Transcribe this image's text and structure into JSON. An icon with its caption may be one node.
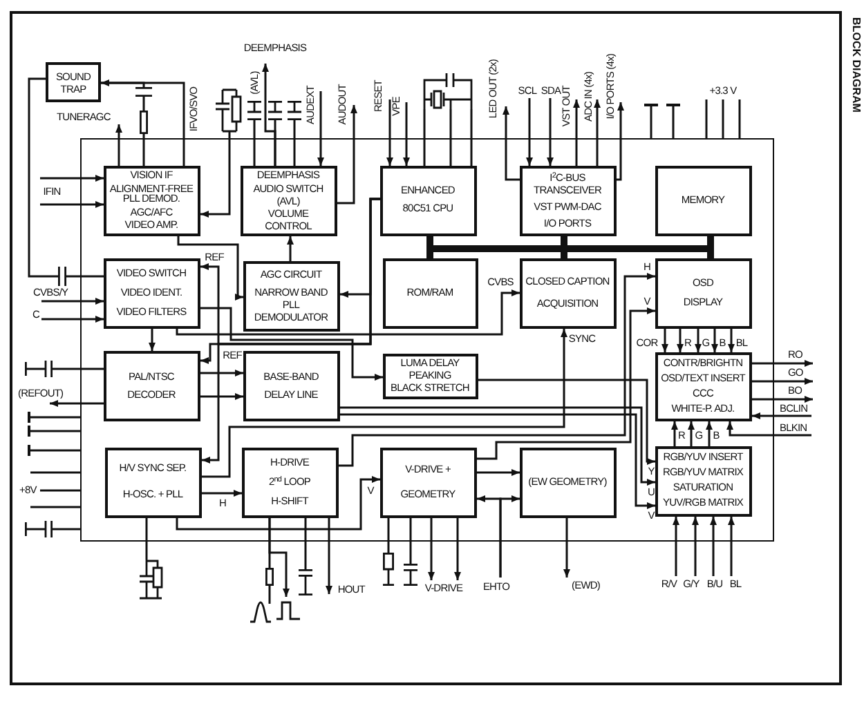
{
  "diagram": {
    "title": "BLOCK DIAGRAM",
    "nodes": [
      {
        "text": [
          "SOUND TRAP"
        ]
      },
      {
        "text": [],
        "shape": "box"
      },
      {
        "text": [
          "VISION IF",
          "ALIGNMENT-FREE PLL DEMOD.",
          "AGC/AFC",
          "VIDEO AMP."
        ],
        "in": 1
      },
      {
        "text": [
          "DEEMPHASIS",
          "AUDIO SWITCH (AVL)",
          "VOLUME CONTROL"
        ],
        "in": 1
      },
      {
        "text": [
          "ENHANCED 80C51 CPU"
        ],
        "in": 1
      },
      {
        "text": [
          "I$^{2}$C-BUS TRANSCEIVER",
          "VST PWM-DAC",
          "I/O PORTS"
        ],
        "in": 1
      },
      {
        "text": [
          "MEMORY"
        ],
        "in": 1
      },
      {
        "text": [
          "VIDEO SWITCH",
          "VIDEO IDENT.",
          "VIDEO FILTERS"
        ],
        "in": 1
      },
      {
        "text": [
          "AGC CIRCUIT",
          "NARROW BAND PLL DEMODULATOR"
        ],
        "in": 1
      },
      {
        "text": [
          "ROM/RAM"
        ],
        "in": 1
      },
      {
        "text": [
          "CLOSED CAPTION ACQUISITION"
        ],
        "in": 1
      },
      {
        "text": [
          "OSD DISPLAY"
        ],
        "in": 1
      },
      {
        "text": [
          "PAL/NTSC DECODER"
        ],
        "in": 1
      },
      {
        "text": [
          "BASE-BAND DELAY LINE"
        ],
        "in": 1
      },
      {
        "text": [
          "LUMA DELAY",
          "PEAKING",
          "BLACK STRETCH"
        ],
        "in": 1
      },
      {
        "text": [
          "CONTR/BRIGHTN",
          "OSD/TEXT INSERT",
          "CCC",
          "WHITE-P. ADJ."
        ],
        "in": 1
      },
      {
        "text": [
          "H/V SYNC SEP.",
          "H-OSC. + PLL"
        ],
        "in": 1
      },
      {
        "text": [
          "H-DRIVE",
          "2$^{nd}$ LOOP",
          "H-SHIFT"
        ],
        "in": 1
      },
      {
        "text": [
          "V-DRIVE + GEOMETRY"
        ],
        "in": 1
      },
      {
        "text": [
          "(EW GEOMETRY)"
        ],
        "in": 1
      },
      {
        "text": [
          "RGB/YUV INSERT",
          "RGB/YUV MATRIX",
          "SATURATION",
          "YUV/RGB MATRIX"
        ],
        "in": 1
      },
      {
        "text": [
          "TUNERAGC"
        ]
      },
      {
        "text": [
          "DEEMPHASIS"
        ]
      },
      {
        "text": [
          "AUDEXT"
        ]
      },
      {
        "text": [
          "AUDOUT"
        ]
      },
      {
        "text": [
          "RESET"
        ]
      },
      {
        "text": [
          "VPE"
        ]
      },
      {
        "text": [
          "LED OUT (2x)"
        ]
      },
      {
        "text": [
          "SCL"
        ]
      },
      {
        "text": [
          "SDA"
        ]
      },
      {
        "text": [
          "VST OUT"
        ]
      },
      {
        "text": [
          "ADC IN (4x)"
        ]
      },
      {
        "text": [
          "I/O PORTS (4x)"
        ]
      },
      {
        "text": [
          "+3.3 V"
        ]
      },
      {
        "text": [
          "IFIN"
        ]
      },
      {
        "text": [
          "CVBS/Y"
        ]
      },
      {
        "text": [
          "C"
        ]
      },
      {
        "text": [
          "(REFOUT)"
        ]
      },
      {
        "text": [
          "RO"
        ]
      },
      {
        "text": [
          "GO"
        ]
      },
      {
        "text": [
          "BO"
        ]
      },
      {
        "text": [
          "BCLIN"
        ]
      },
      {
        "text": [
          "BLKIN"
        ]
      },
      {
        "text": [
          "+8V"
        ]
      },
      {
        "text": [
          "HOUT"
        ]
      },
      {
        "text": [
          "V-DRIVE"
        ]
      },
      {
        "text": [
          "EHTO"
        ]
      },
      {
        "text": [
          "(EWD)"
        ]
      },
      {
        "text": [
          "R/V"
        ]
      },
      {
        "text": [
          "G/Y"
        ]
      },
      {
        "text": [
          "B/U"
        ]
      },
      {
        "text": [
          "BL"
        ]
      },
      {
        "text": [],
        "shape": "capacitor"
      },
      {
        "text": [],
        "shape": "capacitor"
      },
      {
        "text": [],
        "shape": "resistor"
      },
      {
        "text": [],
        "shape": "capacitor"
      },
      {
        "text": [],
        "shape": "capacitor"
      },
      {
        "text": [],
        "shape": "capacitor"
      },
      {
        "text": [],
        "shape": "picture"
      },
      {
        "text": [],
        "shape": "picture"
      },
      {
        "text": [],
        "shape": "picture"
      },
      {
        "text": [],
        "shape": "resistor"
      },
      {
        "text": [],
        "shape": "picture"
      },
      {
        "text": [],
        "shape": "picture"
      },
      {
        "text": [],
        "shape": "capacitor"
      },
      {
        "text": [],
        "shape": "resistor"
      },
      {
        "text": [],
        "shape": "capacitor"
      },
      {
        "text": [],
        "shape": "capacitor"
      },
      {
        "text": [],
        "shape": "capacitor"
      },
      {
        "text": [],
        "shape": "bar"
      },
      {
        "text": [],
        "shape": "bar"
      },
      {
        "text": [],
        "shape": "bar"
      },
      {
        "text": [],
        "shape": "bar"
      },
      {
        "text": [],
        "shape": "bar"
      }
    ],
    "edges": [
      {
        "from": 2,
        "to": 21,
        "arrow": "to"
      },
      {
        "from": 2,
        "to": 0,
        "arrow": "to"
      },
      {
        "from": 2,
        "to": 54,
        "arrow": "none"
      },
      {
        "from": 54,
        "to": 53,
        "arrow": "none"
      },
      {
        "from": 53,
        "to": 0,
        "arrow": "none"
      },
      {
        "from": 0,
        "to": 52,
        "arrow": "none"
      },
      {
        "from": 52,
        "to": 7,
        "arrow": "none"
      },
      {
        "from": 34,
        "to": 2,
        "arrow": "to"
      },
      {
        "from": 34,
        "to": 2,
        "arrow": "to"
      },
      {
        "from": 3,
        "to": 22,
        "arrow": "to"
      },
      {
        "from": 3,
        "to": 55,
        "arrow": "none"
      },
      {
        "from": 3,
        "to": 56,
        "arrow": "none"
      },
      {
        "from": 3,
        "to": 57,
        "arrow": "none"
      },
      {
        "from": 23,
        "to": 3,
        "arrow": "to"
      },
      {
        "from": 3,
        "to": 24,
        "arrow": "to"
      },
      {
        "from": 58,
        "to": 2,
        "arrow": "to"
      },
      {
        "from": 2,
        "to": 8,
        "arrow": "to"
      },
      {
        "from": 8,
        "to": 3,
        "arrow": "to"
      },
      {
        "from": 25,
        "to": 4,
        "arrow": "to"
      },
      {
        "from": 26,
        "to": 4,
        "arrow": "to"
      },
      {
        "from": 4,
        "to": 59,
        "arrow": "none"
      },
      {
        "from": 4,
        "to": 59,
        "arrow": "none"
      },
      {
        "from": 4,
        "to": 59,
        "arrow": "none"
      },
      {
        "from": 5,
        "to": 27,
        "arrow": "to"
      },
      {
        "from": 28,
        "to": 5,
        "arrow": "to"
      },
      {
        "from": 29,
        "to": 5,
        "arrow": "to"
      },
      {
        "from": 5,
        "to": 30,
        "arrow": "to"
      },
      {
        "from": 5,
        "to": 31,
        "arrow": "to"
      },
      {
        "from": 5,
        "to": 32,
        "arrow": "to"
      },
      {
        "from": 1,
        "to": 69,
        "arrow": "none"
      },
      {
        "from": 1,
        "to": 70,
        "arrow": "none"
      },
      {
        "from": 1,
        "to": 33,
        "arrow": "none"
      },
      {
        "from": 1,
        "to": 33,
        "arrow": "none"
      },
      {
        "from": 1,
        "to": 33,
        "arrow": "none"
      },
      {
        "from": 4,
        "to": 9,
        "arrow": "none",
        "style": "thick"
      },
      {
        "from": 4,
        "to": 5,
        "arrow": "none",
        "style": "thick"
      },
      {
        "from": 5,
        "to": 10,
        "arrow": "none",
        "style": "thick"
      },
      {
        "from": 4,
        "to": 6,
        "arrow": "none",
        "style": "thick"
      },
      {
        "from": 6,
        "to": 11,
        "arrow": "none",
        "style": "thick"
      },
      {
        "from": 4,
        "to": 8,
        "arrow": "to"
      },
      {
        "from": 4,
        "to": 7,
        "arrow": "to",
        "label": "REF"
      },
      {
        "from": 35,
        "to": 7,
        "arrow": "to"
      },
      {
        "from": 36,
        "to": 7,
        "arrow": "to"
      },
      {
        "from": 7,
        "to": 12,
        "arrow": "to"
      },
      {
        "from": 7,
        "to": 10,
        "arrow": "to",
        "label": "CVBS"
      },
      {
        "from": 7,
        "to": 14,
        "arrow": "to"
      },
      {
        "from": 4,
        "to": 12,
        "arrow": "to",
        "label": "REF"
      },
      {
        "from": 4,
        "to": 16,
        "arrow": "to"
      },
      {
        "from": 16,
        "to": 10,
        "arrow": "to",
        "label": "SYNC"
      },
      {
        "from": 11,
        "to": 15,
        "arrow": "to",
        "label": "COR"
      },
      {
        "from": 11,
        "to": 15,
        "arrow": "to",
        "label": "R"
      },
      {
        "from": 11,
        "to": 15,
        "arrow": "to",
        "label": "G"
      },
      {
        "from": 11,
        "to": 15,
        "arrow": "to",
        "label": "B"
      },
      {
        "from": 11,
        "to": 15,
        "arrow": "to",
        "label": "BL"
      },
      {
        "from": 12,
        "to": 13,
        "arrow": "to"
      },
      {
        "from": 12,
        "to": 13,
        "arrow": "to"
      },
      {
        "from": 12,
        "to": 37,
        "arrow": "to"
      },
      {
        "from": 12,
        "to": 67,
        "arrow": "none"
      },
      {
        "from": 14,
        "to": 20,
        "arrow": "to",
        "label": "Y"
      },
      {
        "from": 13,
        "to": 20,
        "arrow": "to",
        "label": "U"
      },
      {
        "from": 13,
        "to": 20,
        "arrow": "to",
        "label": "V"
      },
      {
        "from": 41,
        "to": 15,
        "arrow": "to"
      },
      {
        "from": 42,
        "to": 15,
        "arrow": "to"
      },
      {
        "from": 15,
        "to": 38,
        "arrow": "to"
      },
      {
        "from": 15,
        "to": 39,
        "arrow": "to"
      },
      {
        "from": 15,
        "to": 40,
        "arrow": "to"
      },
      {
        "from": 20,
        "to": 15,
        "arrow": "to",
        "label": "R"
      },
      {
        "from": 20,
        "to": 15,
        "arrow": "to",
        "label": "G"
      },
      {
        "from": 20,
        "to": 15,
        "arrow": "to",
        "label": "B"
      },
      {
        "from": 1,
        "to": 71,
        "arrow": "none"
      },
      {
        "from": 1,
        "to": 72,
        "arrow": "none"
      },
      {
        "from": 1,
        "to": 73,
        "arrow": "none"
      },
      {
        "from": 1,
        "to": 43,
        "arrow": "none"
      },
      {
        "from": 1,
        "to": 43,
        "arrow": "none"
      },
      {
        "from": 1,
        "to": 43,
        "arrow": "none"
      },
      {
        "from": 1,
        "to": 68,
        "arrow": "none"
      },
      {
        "from": 16,
        "to": 17,
        "arrow": "to",
        "label": "H"
      },
      {
        "from": 16,
        "to": 18,
        "arrow": "to",
        "label": "V"
      },
      {
        "from": 16,
        "to": 60,
        "arrow": "none"
      },
      {
        "from": 17,
        "to": 11,
        "arrow": "to",
        "label": "H"
      },
      {
        "from": 18,
        "to": 11,
        "arrow": "to",
        "label": "V"
      },
      {
        "from": 18,
        "to": 19,
        "arrow": "to"
      },
      {
        "from": 46,
        "to": 18,
        "arrow": "to"
      },
      {
        "from": 46,
        "to": 19,
        "arrow": "to"
      },
      {
        "from": 19,
        "to": 47,
        "arrow": "to"
      },
      {
        "from": 17,
        "to": 61,
        "arrow": "none"
      },
      {
        "from": 61,
        "to": 62,
        "arrow": "none"
      },
      {
        "from": 17,
        "to": 63,
        "arrow": "to"
      },
      {
        "from": 17,
        "to": 64,
        "arrow": "none"
      },
      {
        "from": 17,
        "to": 44,
        "arrow": "to"
      },
      {
        "from": 18,
        "to": 65,
        "arrow": "none"
      },
      {
        "from": 18,
        "to": 66,
        "arrow": "none"
      },
      {
        "from": 18,
        "to": 45,
        "arrow": "to"
      },
      {
        "from": 18,
        "to": 45,
        "arrow": "to"
      },
      {
        "from": 48,
        "to": 20,
        "arrow": "to"
      },
      {
        "from": 49,
        "to": 20,
        "arrow": "to"
      },
      {
        "from": 50,
        "to": 20,
        "arrow": "to"
      },
      {
        "from": 51,
        "to": 20,
        "arrow": "to"
      }
    ],
    "labels": [
      "IFVO/SVO",
      "(AVL)"
    ]
  }
}
